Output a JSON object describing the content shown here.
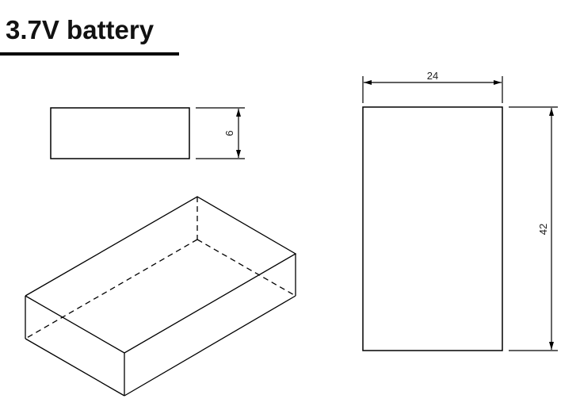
{
  "title": "3.7V battery",
  "colors": {
    "line": "#000000",
    "text": "#111111",
    "background": "#ffffff"
  },
  "views": {
    "side_view": {
      "label": "side-view-rectangle",
      "dimension": {
        "value": "9",
        "orientation": "vertical",
        "text_rotation_deg": 90
      }
    },
    "top_view": {
      "label": "top-view-rectangle",
      "width_dimension": {
        "value": "24",
        "orientation": "horizontal"
      },
      "height_dimension": {
        "value": "42",
        "orientation": "vertical",
        "text_rotation_deg": -90
      }
    },
    "isometric_view": {
      "label": "isometric-box",
      "hidden_edges": "dashed"
    }
  }
}
